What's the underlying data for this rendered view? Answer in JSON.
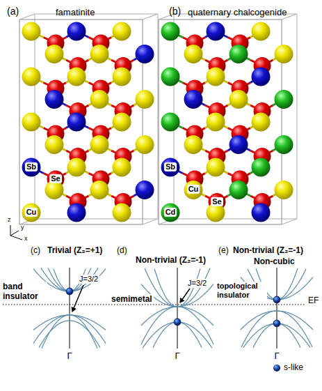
{
  "diagram": {
    "labels": [
      "(a)",
      "famatinite",
      "(b)",
      "quaternary chalcogenide",
      "Sb",
      "Se",
      "Cu",
      "Sb",
      "Cu",
      "Se",
      "Cd",
      "z",
      "y",
      "x",
      "(c)",
      "Trivial (Z₂=+1)",
      "(d)",
      "Non-trivial (Z₂=-1)",
      "(e)",
      "Non-trivial (Z₂=-1)",
      "Non-cubic",
      "band insulator",
      "J=3/2",
      "semimetal",
      "J=3/2",
      "topological insulator",
      "EF",
      "Γ",
      "Γ",
      "Γ"
    ],
    "legend": [
      {
        "text": "s-like"
      }
    ]
  }
}
